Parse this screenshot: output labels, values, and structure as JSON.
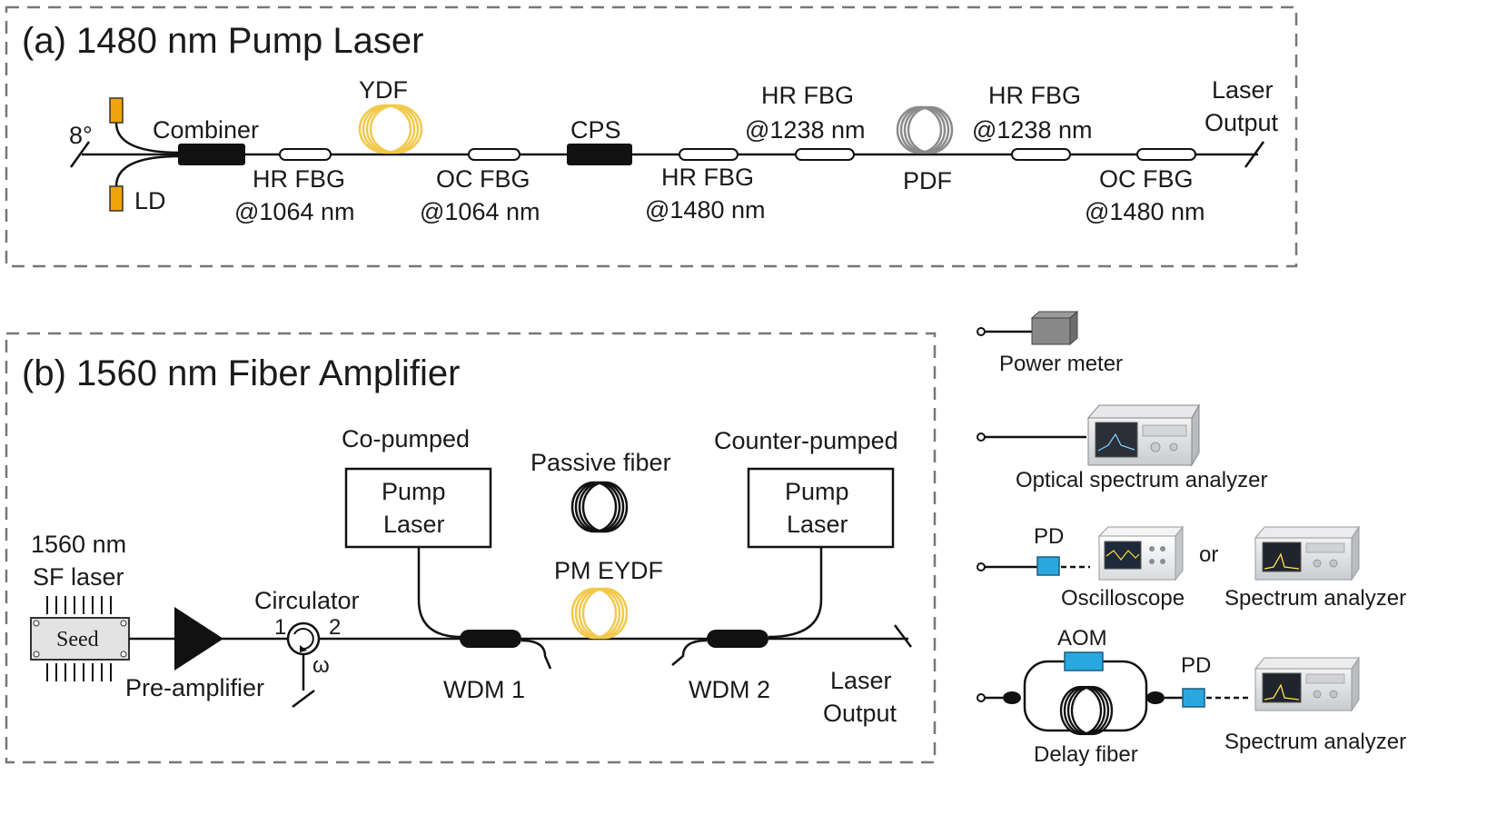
{
  "panel_a": {
    "title": "(a) 1480 nm Pump Laser",
    "angle": "8°",
    "ld": "LD",
    "combiner": "Combiner",
    "ydf": "YDF",
    "hr_fbg_1064": [
      "HR FBG",
      "@1064 nm"
    ],
    "oc_fbg_1064": [
      "OC FBG",
      "@1064 nm"
    ],
    "cps": "CPS",
    "hr_fbg_1480": [
      "HR FBG",
      "@1480 nm"
    ],
    "hr_fbg_1238_a": [
      "HR FBG",
      "@1238 nm"
    ],
    "pdf": "PDF",
    "hr_fbg_1238_b": [
      "HR FBG",
      "@1238 nm"
    ],
    "oc_fbg_1480": [
      "OC FBG",
      "@1480 nm"
    ],
    "output": [
      "Laser",
      "Output"
    ]
  },
  "panel_b": {
    "title": "(b) 1560 nm Fiber Amplifier",
    "seed_source": [
      "1560 nm",
      "SF laser"
    ],
    "seed": "Seed",
    "preamp": "Pre-amplifier",
    "circulator": "Circulator",
    "port1": "1",
    "port2": "2",
    "port3": "ω",
    "co_pumped": "Co-pumped",
    "pump_co": [
      "Pump",
      "Laser"
    ],
    "passive_fiber": "Passive fiber",
    "pm_eydf": "PM EYDF",
    "counter_pumped": "Counter-pumped",
    "pump_counter": [
      "Pump",
      "Laser"
    ],
    "wdm1": "WDM 1",
    "wdm2": "WDM 2",
    "output": [
      "Laser",
      "Output"
    ]
  },
  "legend": {
    "power_meter": "Power meter",
    "osa": "Optical spectrum analyzer",
    "pd_1": "PD",
    "oscilloscope": "Oscilloscope",
    "or": "or",
    "spectrum_analyzer_1": "Spectrum analyzer",
    "aom": "AOM",
    "pd_2": "PD",
    "delay_fiber": "Delay fiber",
    "spectrum_analyzer_2": "Spectrum analyzer"
  },
  "colors": {
    "yellow_fiber": "#f2c94c",
    "gray_fiber": "#8a8a8a",
    "aom_blue": "#29a8e0",
    "ld_orange": "#f0a30a"
  }
}
